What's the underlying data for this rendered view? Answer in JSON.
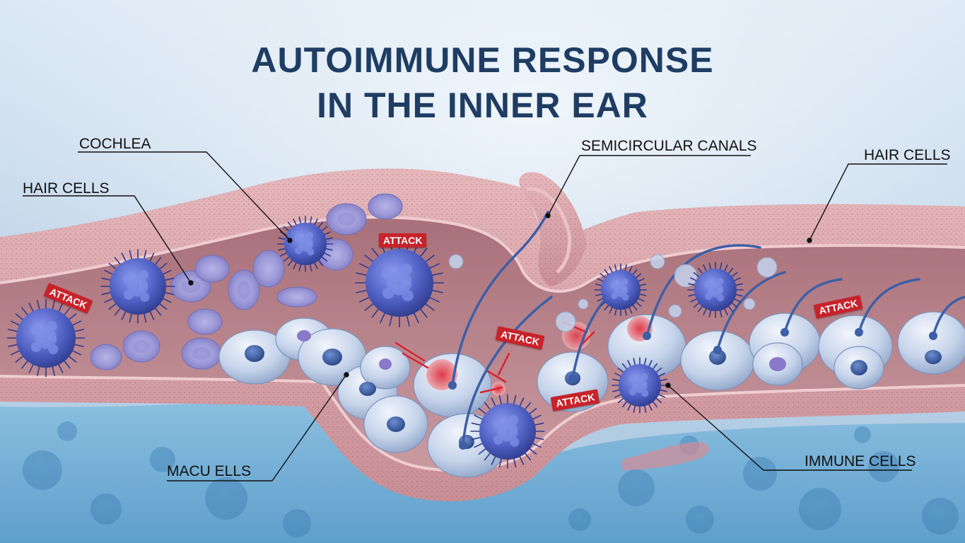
{
  "title": {
    "line1": "AUTOIMMUNE RESPONSE",
    "line2": "IN THE INNER EAR"
  },
  "labels": {
    "cochlea": "COCHLEA",
    "hair_cells_left": "HAIR CELLS",
    "semicircular_canals": "SEMICIRCULAR CANALS",
    "hair_cells_right": "HAIR CELLS",
    "macu_ells": "MACU ELLS",
    "immune_cells": "IMMUNE CELLS"
  },
  "attack_label": "ATTACK",
  "attack_badges": [
    "ATTACK",
    "ATTACK",
    "ATTACK",
    "ATTACK",
    "ATTACK"
  ],
  "colors": {
    "title": "#1f3d63",
    "badge": "#c8222a",
    "tissue": "#d49aa0",
    "lumen": "#b77e82",
    "fluid": "#7bb3d8",
    "immune_cell": "#4e5fc2",
    "hair_cell": "#c5d3ea"
  }
}
